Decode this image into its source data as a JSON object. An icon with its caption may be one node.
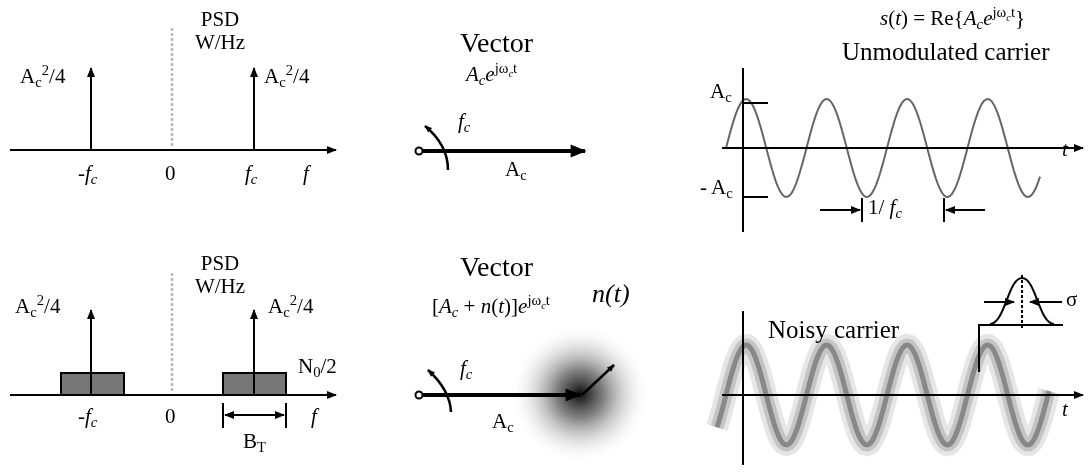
{
  "diagram": {
    "labels": [
      "PSD W/Hz",
      "A$_{c}$$^{2}$/4",
      "A$_{c}$$^{2}$/4",
      "-*f*$_{c}$",
      "0",
      "f$_{c}$",
      "f",
      "Vector",
      "*A*$_{c}$*e*$^{jω}$$_{c}$$^{t}$",
      "f$_{c}$",
      "A$_{c}$",
      "*s*(*t*) = Re{*A*$_{c}$*e*$^{jω}$$_{c}$$^{t}$}",
      "Unmodulated carrier",
      "A$_{c}$",
      "t",
      "- A$_{c}$",
      "1/ *f*$_{c}$",
      "PSD W/Hz",
      "A$_{c}$$^{2}$/4",
      "A$_{c}$$^{2}$/4",
      "N$_{0}$/2",
      "-*f*$_{c}$",
      "0",
      "f",
      "B$_{T}$",
      "Vector",
      "[*A*$_{c}$ + *n*(*t*)]*e*$^{jω}$$_{c}$$^{t}$",
      "n(t)",
      "f$_{c}$",
      "A$_{c}$",
      "Noisy carrier",
      "σ",
      "t"
    ]
  }
}
